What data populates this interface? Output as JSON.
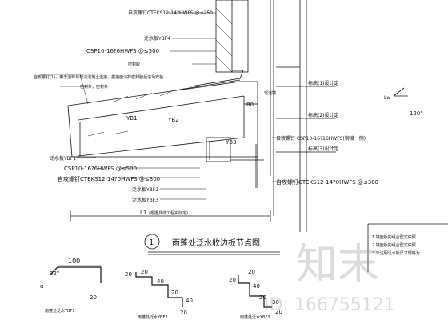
{
  "callouts": {
    "screw_top": "自攻螺钉CTEKS12-14?HWFS @≤250",
    "ybf4": "泛水板YBF4",
    "csp_top": "CSP10-16?6HWFS @≤500",
    "sealant": "密封胶",
    "note_screw": "自攻螺钉(1)，用于波峰与现浇混凝土连接，搭接面涂抹密封胶后进场安装",
    "fill_label": "密封条，密封条",
    "yb1": "YB1",
    "yb2": "YB2",
    "yb3": "YB3",
    "ybf1": "泛水板YBF1",
    "csp_mid": "CSP10-16?6HWFS @≤500",
    "screw_bottom": "自攻螺钉CTEKS12-14?0HWFS @≤300",
    "ybf2": "泛水板YBF2",
    "ybf3": "泛水板YBF3",
    "dim_80": "80",
    "dim_l1": "L1",
    "dim_l1_note": "(根据具体工程实际定)",
    "wall_label": "现浇墙",
    "right_csp": "自攻螺钉 CSP10-16?16HWFS(铆接一侧)",
    "right_screw": "自攻螺钉CTEKS12-14?0HWFS @≤300",
    "rt1": "标高(1)设计定",
    "rt2": "标高(2)设计定",
    "rt3": "标高(3)设计定",
    "lw": "Lw",
    "angle_120": "120°"
  },
  "title": {
    "number": "1",
    "text": "雨蓬处泛水收边板节点图"
  },
  "notes": {
    "line1": "1.墙面板的组合型式依照",
    "line2": "2.墙面板的组合型式依照",
    "line3": "3.未注明泛水板尺寸规格为"
  },
  "details": {
    "ybf1": {
      "label": "雨蓬处泛水YBF1",
      "d100": "100",
      "d92": "92°",
      "d20": "20",
      "alpha": "α"
    },
    "ybf2": {
      "label": "雨蓬处泛水YBF2",
      "d20a": "20",
      "d20b": "20",
      "d40": "40",
      "d20c": "20",
      "d40b": "40",
      "d20d": "20"
    },
    "ybf3": {
      "label": "雨蓬处泛水YBF3",
      "d20a": "20",
      "d20b": "20",
      "d40": "40",
      "d20c": "20",
      "d30": "30",
      "d20d": "20"
    }
  },
  "watermark": {
    "logo_text": "知末",
    "id_text": "ID: 166755121"
  }
}
